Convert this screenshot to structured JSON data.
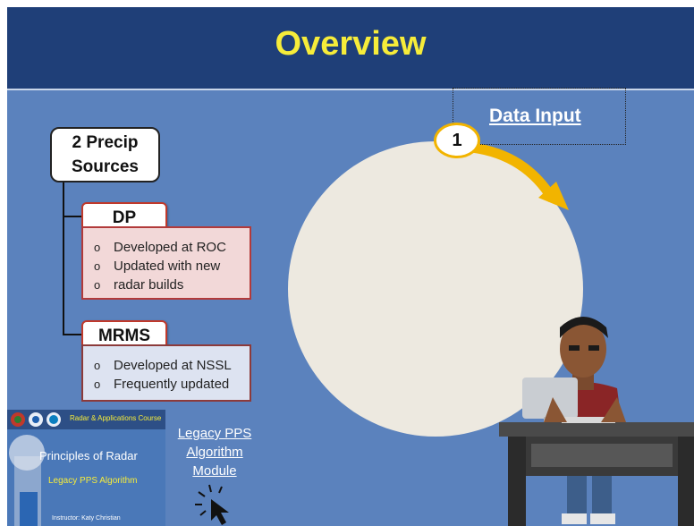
{
  "slide": {
    "title": "Overview",
    "colors": {
      "background": "#5b82bd",
      "header": "#1f3f78",
      "title": "#f6ec3a",
      "accent_arrow": "#f2b400"
    }
  },
  "sources": {
    "heading": [
      "2 Precip",
      "Sources"
    ],
    "dp": {
      "label": "DP",
      "bullets": [
        "Developed at ROC",
        "Updated with new",
        "radar builds"
      ]
    },
    "mrms": {
      "label": "MRMS",
      "bullets": [
        "Developed at NSSL",
        "Frequently updated"
      ]
    }
  },
  "cycle": {
    "step_number": "1",
    "step_label": "Data Input"
  },
  "thumbnail": {
    "course": "Radar & Applications Course",
    "title": "Principles of Radar",
    "subtitle": "Legacy PPS Algorithm",
    "instructor": "Instructor: Katy Christian"
  },
  "link": {
    "lines": [
      "Legacy PPS",
      "Algorithm",
      "Module"
    ]
  },
  "icons": [
    "noaa-logo-icon",
    "nws-logo-icon",
    "cursor-click-icon",
    "curved-arrow-icon"
  ]
}
